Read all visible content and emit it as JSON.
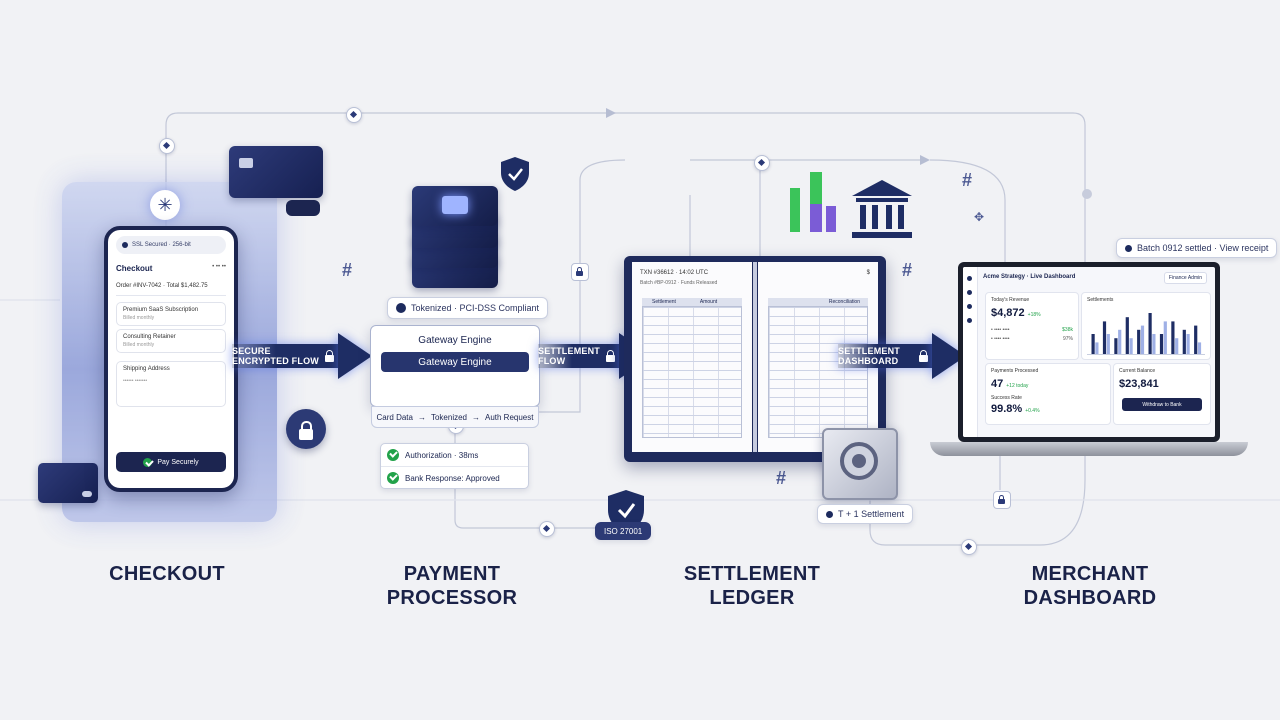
{
  "sections": {
    "checkout": "CHECKOUT",
    "payment_processor_1": "PAYMENT",
    "payment_processor_2": "PROCESSOR",
    "settlement_ledger_1": "SETTLEMENT",
    "settlement_ledger_2": "LEDGER",
    "merchant_dashboard_1": "MERCHANT",
    "merchant_dashboard_2": "DASHBOARD"
  },
  "arrows": {
    "secure_flow": "SECURE ENCRYPTED FLOW",
    "settlement_flow": "SETTLEMENT FLOW",
    "settlement_dashboard": "SETTLEMENT DASHBOARD"
  },
  "phone": {
    "status": "SSL Secured · 256-bit",
    "title": "Checkout",
    "title_right": "• •• ••",
    "order": "Order #INV-7042 · Total $1,482.75",
    "item1_title": "Premium SaaS Subscription",
    "item1_sub": "Billed monthly",
    "item2_title": "Consulting Retainer",
    "item2_sub": "Billed monthly",
    "shipping_title": "Shipping Address",
    "shipping_sub": "•••••• •••••••",
    "pay_button": "Pay Securely"
  },
  "processor": {
    "badge": "Tokenized · PCI-DSS Compliant",
    "gateway_title": "Gateway Engine",
    "gateway_inner": "Gateway Engine",
    "step1": "Card Data",
    "step2": "Tokenized",
    "step3": "Auth Request",
    "auth_time": "Authorization · 38ms",
    "bank_response": "Bank Response: Approved",
    "iso": "ISO 27001"
  },
  "ledger": {
    "left_header": "TXN #36612 · 14:02 UTC",
    "left_sub": "Batch #BP-0912 · Funds Released",
    "col1": "Settlement",
    "col2": "Amount",
    "right_header": "$",
    "col3": "Reconciliation",
    "t1": "T + 1 Settlement"
  },
  "dashboard": {
    "notification": "Batch 0912 settled · View receipt",
    "app_title": "Acme Strategy · Live Dashboard",
    "account": "Finance Admin",
    "today_label": "Today's Revenue",
    "today_value": "$4,872",
    "today_delta": "+18%",
    "row1": "• •••• ••••",
    "row1_val": "$38k",
    "row2": "• •••• ••••",
    "row2_val": "97%",
    "settlements_label": "Settlements",
    "processed_label": "Payments Processed",
    "processed_value": "47",
    "processed_delta": "+12 today",
    "success_label": "Success Rate",
    "success_value": "99.8%",
    "success_delta": "+0.4%",
    "balance_label": "Current Balance",
    "balance_value": "$23,841",
    "withdraw": "Withdraw to Bank"
  },
  "colors": {
    "navy": "#1e2d64",
    "accent_green": "#22a24a",
    "bar_green": "#3bc45a",
    "bar_purple": "#7b5cd6"
  },
  "icons": [
    "lock-icon",
    "shield-check-icon",
    "credit-card-icon",
    "server-stack-icon",
    "bank-icon",
    "vault-icon",
    "hash-icon",
    "bar-chart-icon",
    "laptop-icon",
    "phone-icon"
  ],
  "chart_data": {
    "type": "bar",
    "categories": [
      "",
      "",
      "",
      "",
      "",
      "",
      "",
      "",
      "",
      ""
    ],
    "series": [
      {
        "values": [
          5,
          8,
          4,
          9,
          6,
          10,
          5,
          8,
          6,
          7
        ]
      },
      {
        "values": [
          3,
          5,
          6,
          4,
          7,
          5,
          8,
          4,
          5,
          3
        ]
      }
    ],
    "ylim": [
      0,
      10
    ]
  }
}
